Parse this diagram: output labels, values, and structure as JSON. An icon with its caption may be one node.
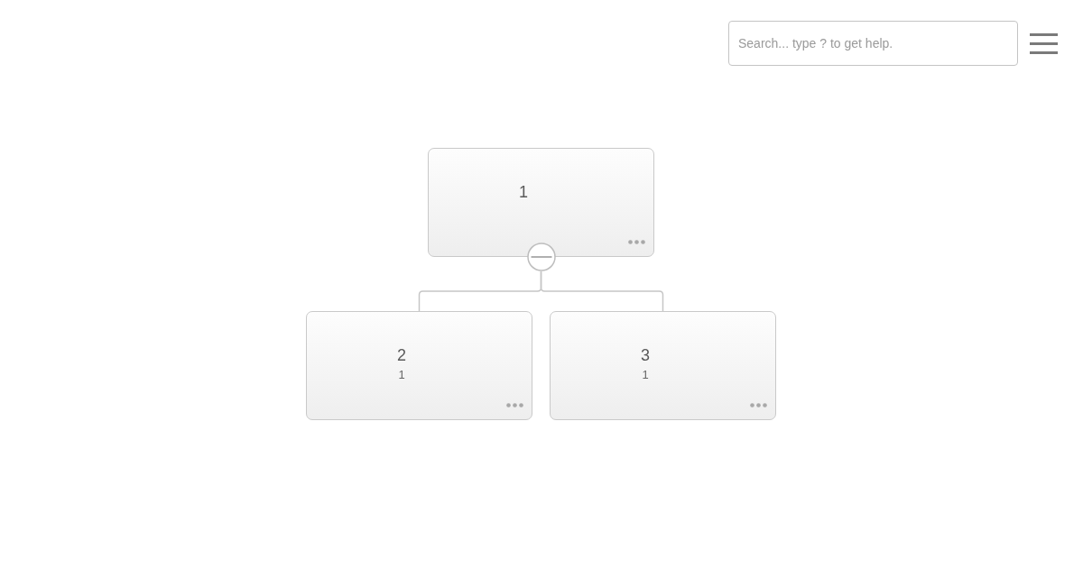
{
  "diagram": {
    "nodes": [
      {
        "text": [
          "1"
        ]
      },
      {
        "text": [
          "2",
          "1"
        ]
      },
      {
        "text": [
          "3",
          "1"
        ]
      }
    ],
    "edges": [
      {
        "from": 0,
        "to": 1,
        "arrow": "none"
      },
      {
        "from": 0,
        "to": 2,
        "arrow": "none"
      }
    ],
    "labels": [
      "Search... type ? to get help."
    ]
  }
}
